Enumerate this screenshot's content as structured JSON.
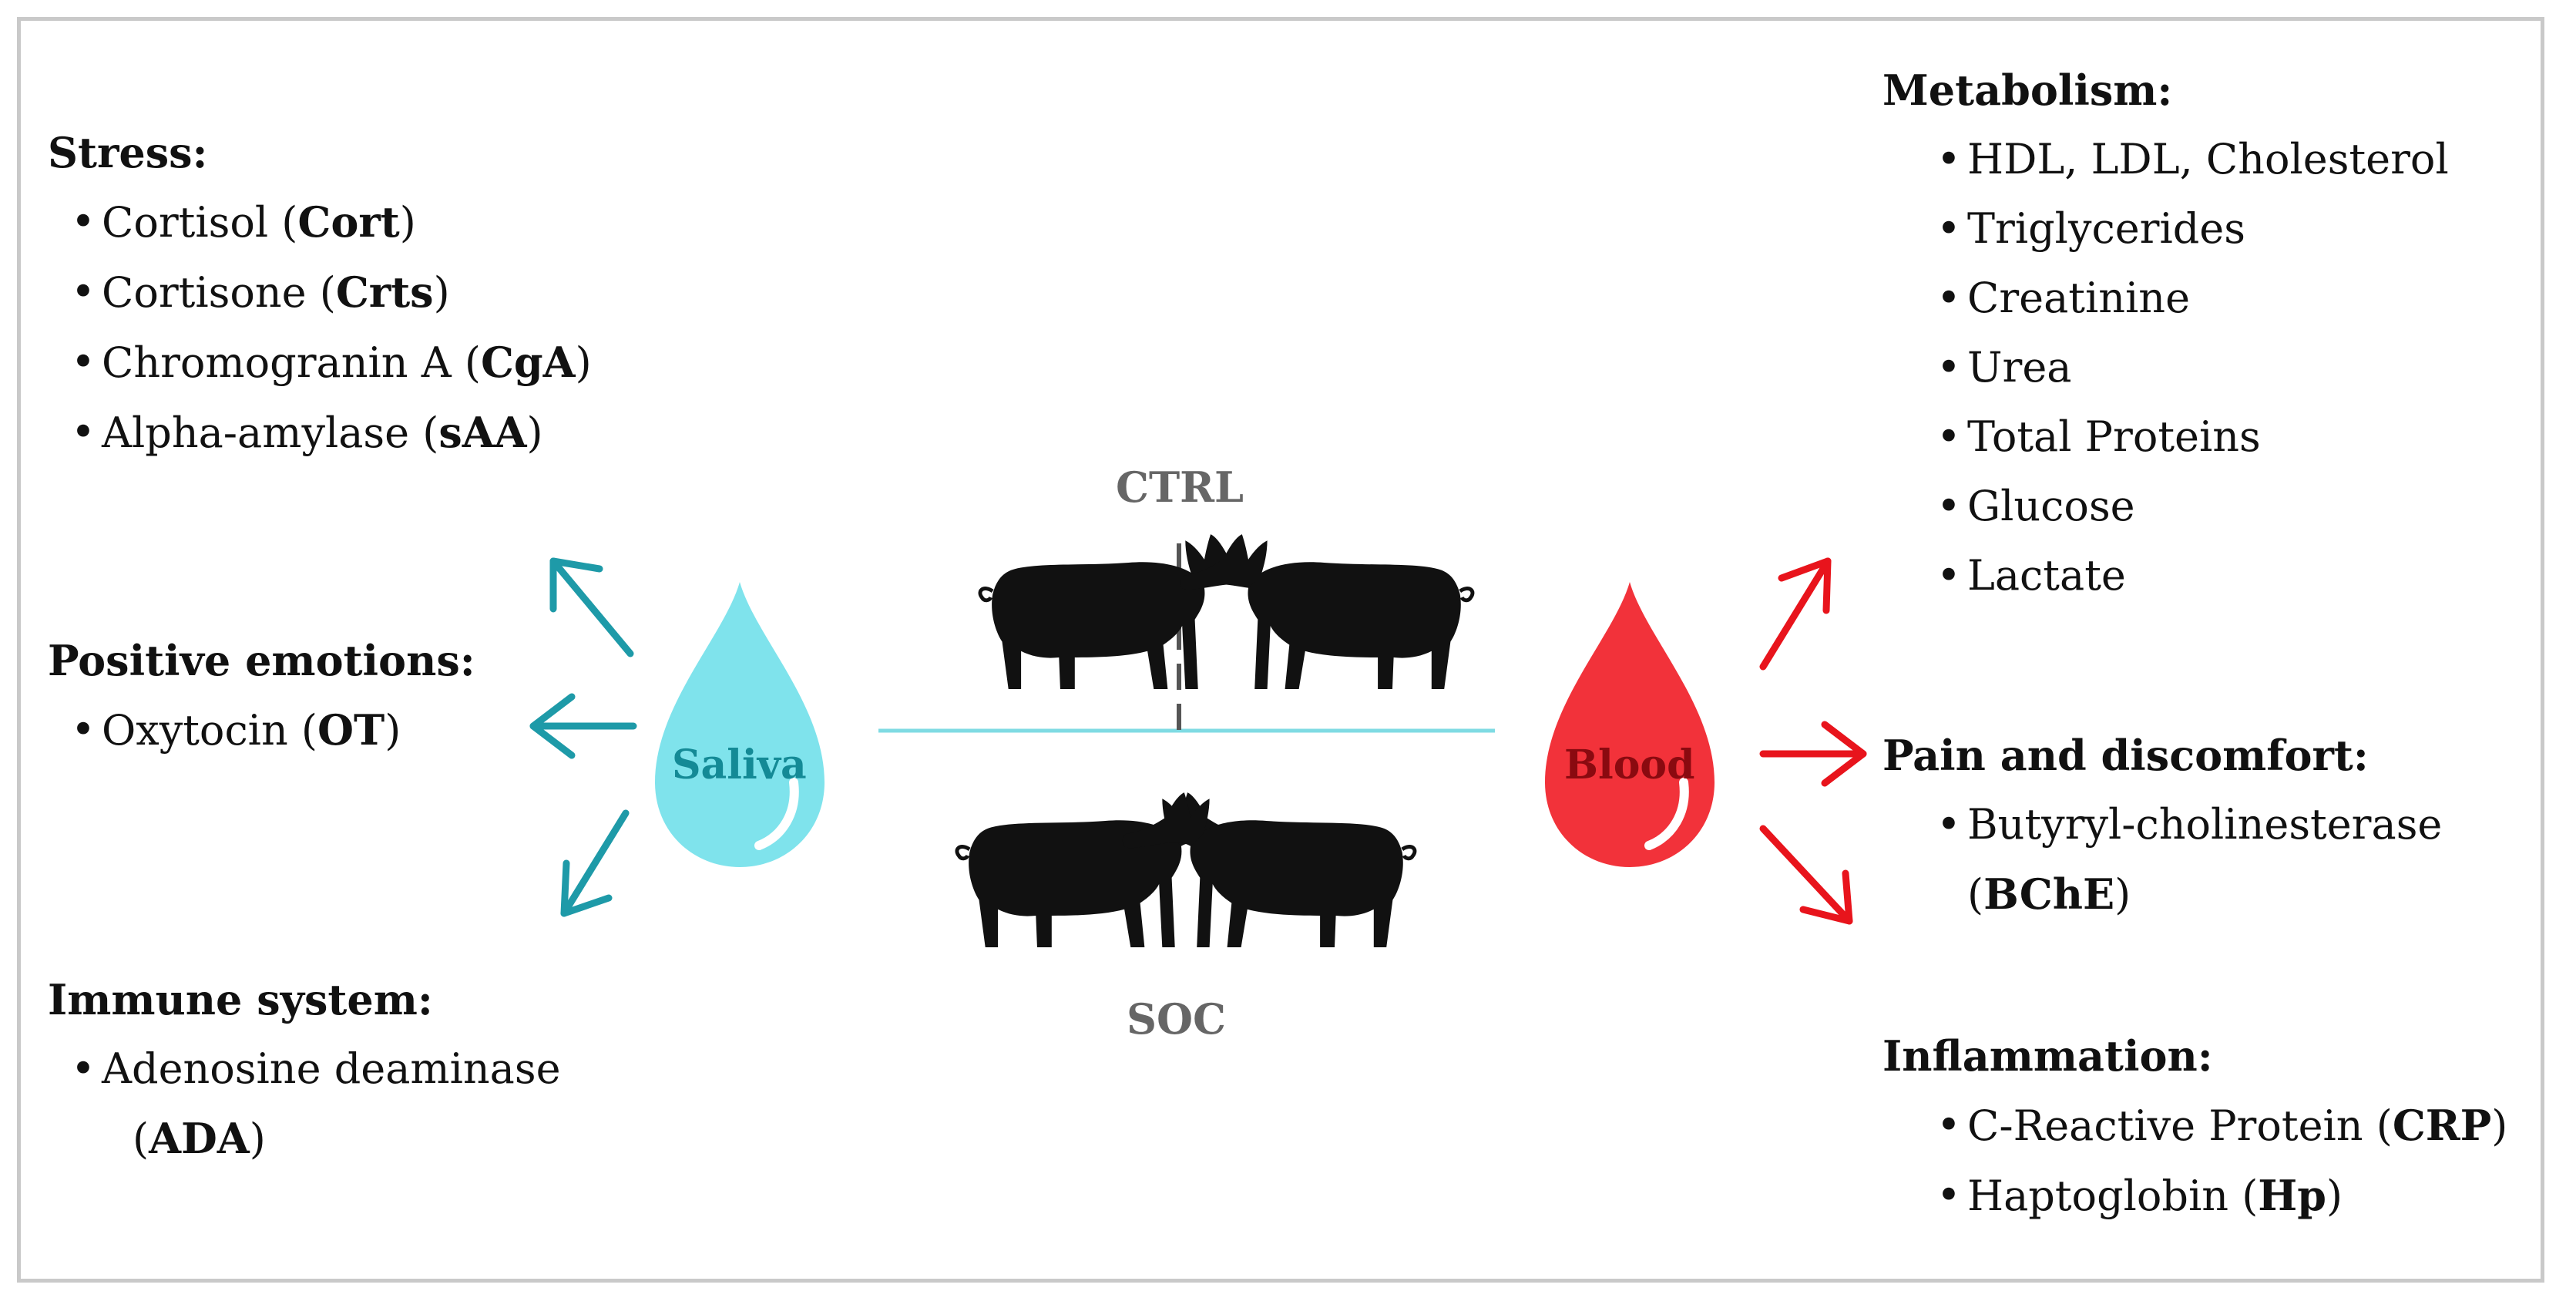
{
  "center": {
    "top_label": "CTRL",
    "bottom_label": "SOC"
  },
  "drops": {
    "saliva": "Saliva",
    "blood": "Blood"
  },
  "colors": {
    "saliva": "#7fe3ec",
    "saliva_arrow": "#1e9aa8",
    "blood": "#f2323a",
    "blood_arrow": "#e8141c",
    "divider": "#7fdbe3"
  },
  "left": {
    "stress": {
      "title": "Stress:",
      "items": [
        {
          "name": "Cortisol",
          "abbr": "Cort"
        },
        {
          "name": "Cortisone",
          "abbr": "Crts"
        },
        {
          "name": "Chromogranin A",
          "abbr": "CgA"
        },
        {
          "name": "Alpha-amylase",
          "abbr": "sAA"
        }
      ]
    },
    "positive": {
      "title": "Positive emotions:",
      "items": [
        {
          "name": "Oxytocin",
          "abbr": "OT"
        }
      ]
    },
    "immune": {
      "title": "Immune system:",
      "items": [
        {
          "name": "Adenosine deaminase",
          "abbr": "ADA"
        }
      ]
    }
  },
  "right": {
    "metabolism": {
      "title": "Metabolism:",
      "items": [
        "HDL, LDL, Cholesterol",
        "Triglycerides",
        "Creatinine",
        "Urea",
        "Total Proteins",
        "Glucose",
        "Lactate"
      ]
    },
    "pain": {
      "title": "Pain and discomfort:",
      "items": [
        {
          "name": "Butyryl-cholinesterase",
          "abbr": "BChE"
        }
      ]
    },
    "inflammation": {
      "title": "Inflammation:",
      "items": [
        {
          "name": "C-Reactive Protein",
          "abbr": "CRP"
        },
        {
          "name": "Haptoglobin",
          "abbr": "Hp"
        }
      ]
    }
  }
}
